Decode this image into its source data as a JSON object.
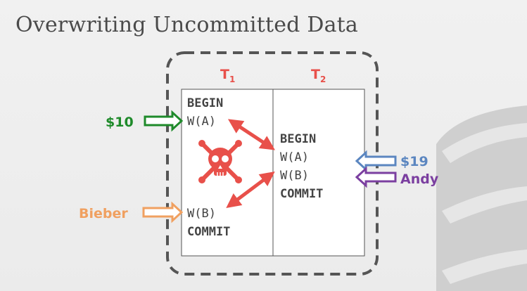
{
  "title": "Overwriting Uncommitted Data",
  "transactions": {
    "t1": {
      "label": "T",
      "sub": "1"
    },
    "t2": {
      "label": "T",
      "sub": "2"
    }
  },
  "t1_ops": {
    "begin": "BEGIN",
    "write_a": "W(A)",
    "write_b": "W(B)",
    "commit": "COMMIT"
  },
  "t2_ops": {
    "begin": "BEGIN",
    "write_a": "W(A)",
    "write_b": "W(B)",
    "commit": "COMMIT"
  },
  "inputs": {
    "t1_write_a": {
      "value": "$10",
      "color": "#1e8a2a"
    },
    "t1_write_b": {
      "value": "Bieber",
      "color": "#f0a060"
    },
    "t2_write_a": {
      "value": "$19",
      "color": "#5b86c0"
    },
    "t2_write_b": {
      "value": "Andy",
      "color": "#7b3fa0"
    }
  },
  "icons": {
    "conflict": "skull-crossbones-icon",
    "database": "database-cylinder-icon"
  },
  "colors": {
    "conflict_arrow": "#e8504a",
    "border": "#555555"
  }
}
